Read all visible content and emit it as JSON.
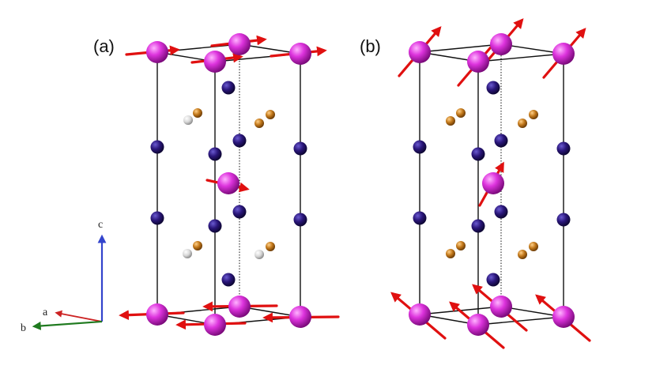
{
  "panels": [
    {
      "id": "a",
      "label": "(a)"
    },
    {
      "id": "b",
      "label": "(b)"
    }
  ],
  "axes": {
    "a": "a",
    "b": "b",
    "c": "c"
  },
  "colors": {
    "background": "#ffffff",
    "magnetic_atom": "#cc22cc",
    "dark_atom": "#24116e",
    "orange_atom": "#b8741a",
    "white_atom": "#d9d9d9",
    "moment_arrow": "#e01010",
    "cell_edge": "#111111",
    "axis_a": "#cc2222",
    "axis_b": "#1f7a1f",
    "axis_c": "#3344cc"
  }
}
